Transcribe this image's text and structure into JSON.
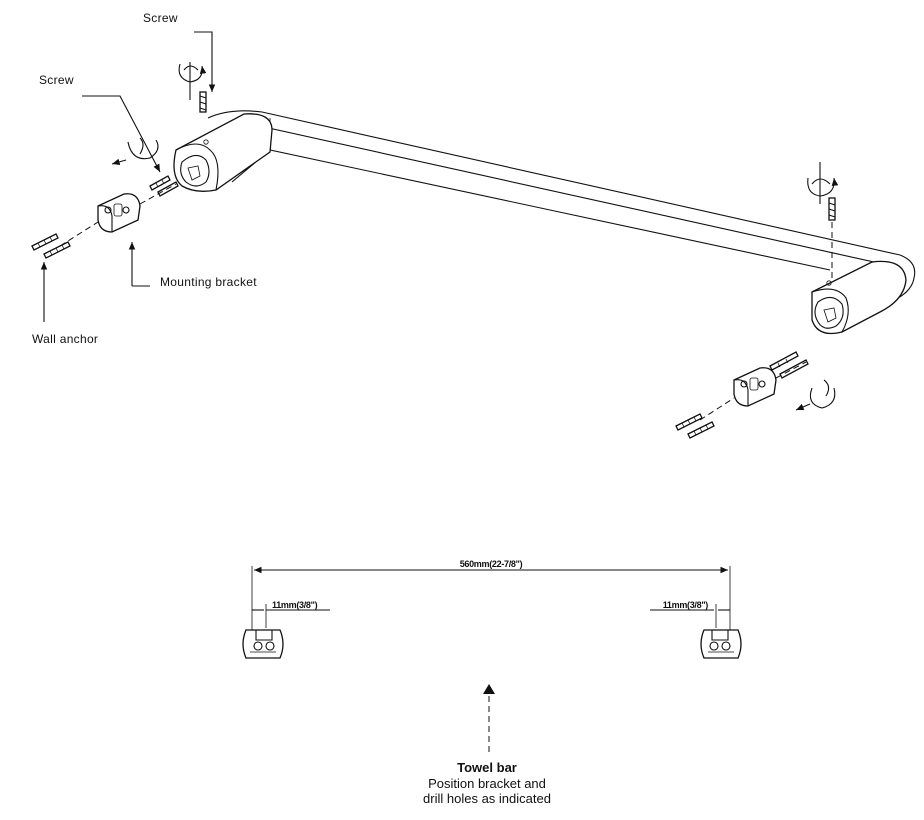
{
  "labels": {
    "screw_top": "Screw",
    "screw_left": "Screw",
    "mounting_bracket": "Mounting bracket",
    "wall_anchor": "Wall anchor"
  },
  "dimensions": {
    "overall": "560mm(22-7/8\")",
    "offset_left": "11mm(3/8\")",
    "offset_right": "11mm(3/8\")"
  },
  "caption": {
    "title": "Towel bar",
    "line1": "Position bracket and",
    "line2": "drill holes as indicated"
  }
}
